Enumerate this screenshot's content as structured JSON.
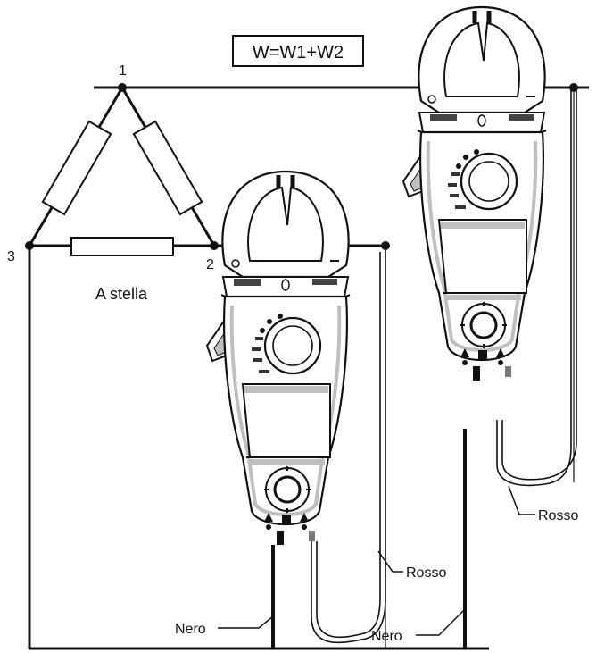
{
  "formula": "W=W1+W2",
  "nodes": {
    "n1": "1",
    "n2": "2",
    "n3": "3"
  },
  "star_label": "A stella",
  "wire_labels": {
    "red_meter1": "Rosso",
    "red_meter2": "Rosso",
    "black_meter1": "Nero",
    "black_meter2": "Nero"
  },
  "colors": {
    "line": "#111111",
    "meter_body": "#ffffff",
    "meter_shade": "#bfbfbf",
    "background": "#ffffff"
  },
  "icons": [
    "clamp-meter-icon",
    "rotary-dial-icon",
    "display-icon",
    "navigation-pad-icon"
  ]
}
